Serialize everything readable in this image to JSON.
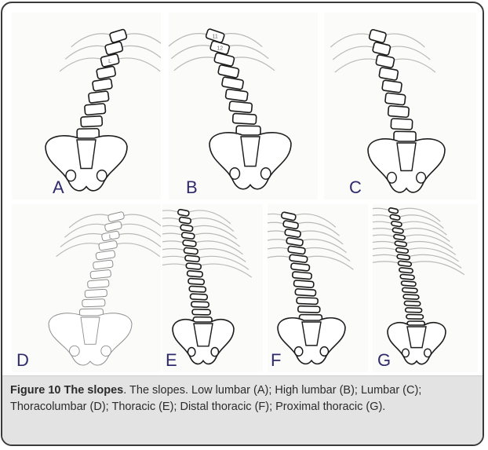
{
  "panels": [
    {
      "letter": "A",
      "vertebrae": 9,
      "direction": 1,
      "ribs": 3,
      "labels": [
        "",
        "",
        "L"
      ]
    },
    {
      "letter": "B",
      "vertebrae": 9,
      "direction": -1,
      "ribs": 3,
      "labels": [
        "11",
        "12"
      ]
    },
    {
      "letter": "C",
      "vertebrae": 9,
      "direction": -1,
      "ribs": 3,
      "labels": []
    },
    {
      "letter": "D",
      "vertebrae": 11,
      "direction": 1,
      "ribs": 4,
      "labels": [
        "",
        "",
        "L"
      ]
    },
    {
      "letter": "E",
      "vertebrae": 15,
      "direction": -1,
      "ribs": 8,
      "labels": []
    },
    {
      "letter": "F",
      "vertebrae": 13,
      "direction": -1,
      "ribs": 6,
      "labels": []
    },
    {
      "letter": "G",
      "vertebrae": 18,
      "direction": -1,
      "ribs": 9,
      "labels": []
    }
  ],
  "colors": {
    "letter": "#2e2a6b",
    "outline": "#1c1c1c",
    "faded_outline": "#8e8e8e",
    "rib": "#b9b9b9",
    "caption_background": "#e3e3e3"
  },
  "caption": {
    "label": "Figure 10",
    "title": "The slopes",
    "body": ". The slopes. Low lumbar (A); High lumbar (B); Lumbar (C); Thoracolumbar (D); Thoracic (E); Distal thoracic (F); Proximal thoracic (G)."
  }
}
